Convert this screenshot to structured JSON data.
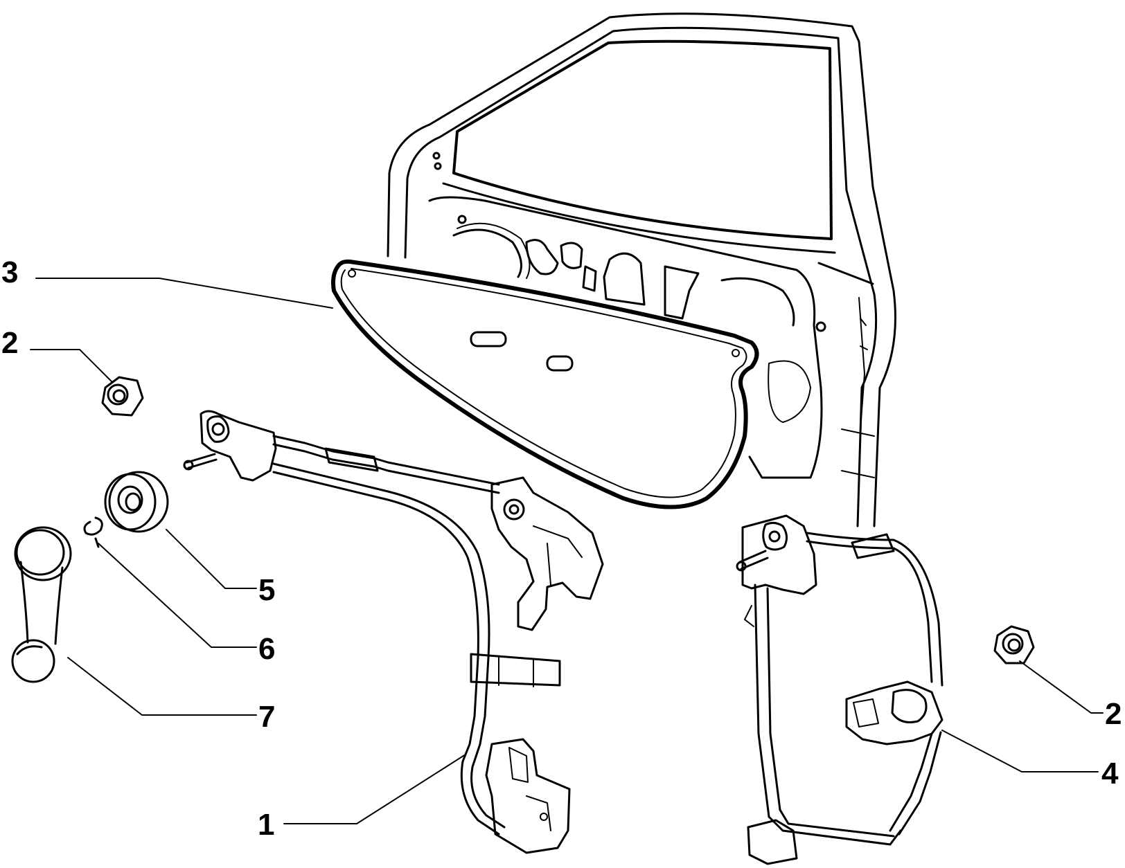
{
  "callouts": {
    "c1": "1",
    "c2_left": "2",
    "c2_right": "2",
    "c3": "3",
    "c4": "4",
    "c5": "5",
    "c6": "6",
    "c7": "7"
  },
  "colors": {
    "ink": "#000000",
    "paper": "#ffffff"
  }
}
